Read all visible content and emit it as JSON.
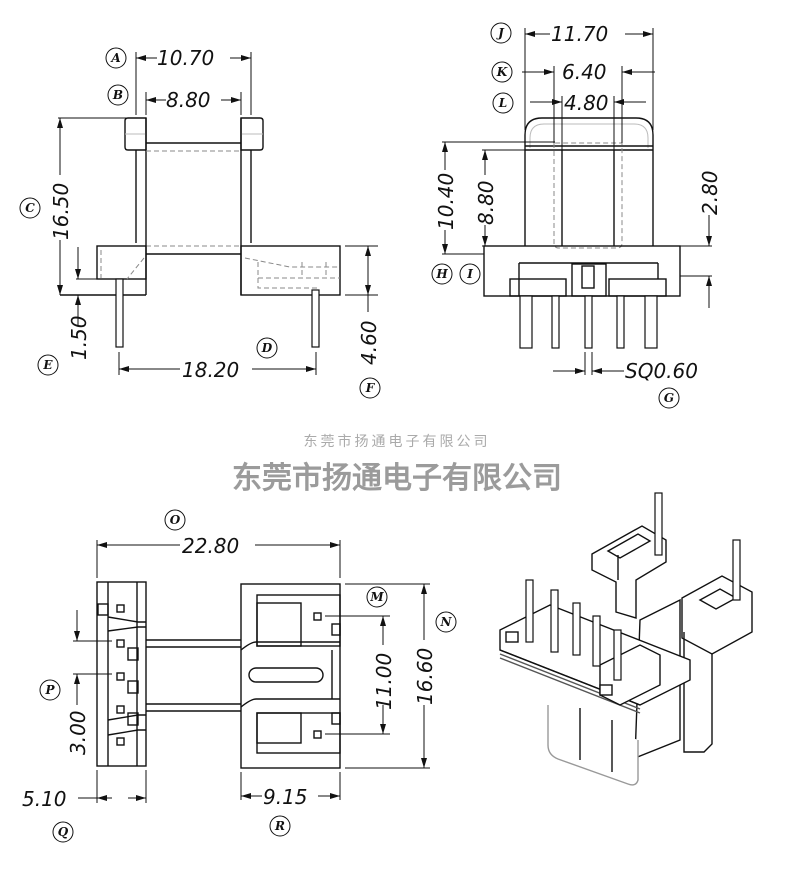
{
  "title": "Transformer bobbin dimension drawing",
  "caption": "东莞市扬通电子有限公司",
  "watermark": "东莞市扬通电子有限公司",
  "dimensions": {
    "A": {
      "label": "A",
      "value": "10.70"
    },
    "B": {
      "label": "B",
      "value": "8.80"
    },
    "C": {
      "label": "C",
      "value": "16.50"
    },
    "D": {
      "label": "D",
      "value": "18.20"
    },
    "E": {
      "label": "E",
      "value": "1.50"
    },
    "F": {
      "label": "F",
      "value": "4.60"
    },
    "G": {
      "label": "G",
      "value": "SQ0.60"
    },
    "H": {
      "label": "H",
      "value": "10.40"
    },
    "I": {
      "label": "I",
      "value": "8.80"
    },
    "J": {
      "label": "J",
      "value": "11.70"
    },
    "K": {
      "label": "K",
      "value": "6.40"
    },
    "L": {
      "label": "L",
      "value": "4.80"
    },
    "M": {
      "label": "M",
      "value": "11.00"
    },
    "N": {
      "label": "N",
      "value": "16.60"
    },
    "O": {
      "label": "O",
      "value": "22.80"
    },
    "P": {
      "label": "P",
      "value": "3.00"
    },
    "Q": {
      "label": "Q",
      "value": "5.10"
    },
    "R": {
      "label": "R",
      "value": "9.15"
    }
  },
  "extra_dims": {
    "side_2_80": "2.80"
  },
  "views": [
    "front-view",
    "side-view",
    "bottom-view",
    "isometric-view"
  ]
}
